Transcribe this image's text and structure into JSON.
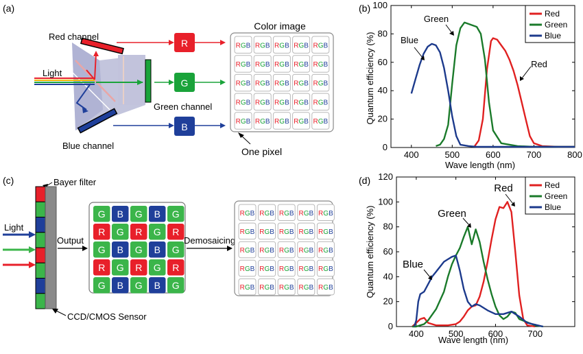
{
  "panel_labels": {
    "a": "(a)",
    "b": "(b)",
    "c": "(c)",
    "d": "(d)"
  },
  "colors": {
    "red": "#e8202a",
    "green": "#1aa33a",
    "blue": "#1f3f9a",
    "gray": "#888888"
  },
  "panel_a": {
    "red_channel": "Red channel",
    "green_channel": "Green channel",
    "blue_channel": "Blue channel",
    "light": "Light",
    "r": "R",
    "g": "G",
    "b": "B",
    "color_image": "Color image",
    "one_pixel": "One pixel",
    "cell": {
      "r": "R",
      "g": "G",
      "b": "B"
    }
  },
  "panel_c": {
    "bayer_filter": "Bayer filter",
    "light": "Light",
    "output": "Output",
    "demosaicing": "Demosaicing",
    "sensor": "CCD/CMOS Sensor",
    "bayer_grid": [
      [
        "G",
        "B",
        "G",
        "B",
        "G"
      ],
      [
        "R",
        "G",
        "R",
        "G",
        "R"
      ],
      [
        "G",
        "B",
        "G",
        "B",
        "G"
      ],
      [
        "R",
        "G",
        "R",
        "G",
        "R"
      ],
      [
        "G",
        "B",
        "G",
        "B",
        "G"
      ]
    ]
  },
  "chart_data": [
    {
      "type": "line",
      "panel": "b",
      "xlabel": "Wave length (nm)",
      "ylabel": "Quantum efficiency (%)",
      "xlim": [
        350,
        800
      ],
      "ylim": [
        0,
        100
      ],
      "xticks": [
        "400",
        "500",
        "600",
        "700",
        "800"
      ],
      "yticks": [
        "0",
        "20",
        "40",
        "60",
        "80",
        "100"
      ],
      "legend": [
        "Red",
        "Green",
        "Blue"
      ],
      "legend_position": "top-right",
      "annotations": [
        "Blue",
        "Green",
        "Red"
      ],
      "series": [
        {
          "name": "Red",
          "color": "#e02020",
          "x": [
            555,
            565,
            575,
            585,
            595,
            600,
            610,
            620,
            630,
            640,
            650,
            660,
            670,
            680,
            690,
            700,
            720,
            760,
            800
          ],
          "y": [
            1,
            5,
            20,
            55,
            75,
            77,
            76,
            72,
            68,
            62,
            54,
            44,
            32,
            20,
            8,
            3,
            1,
            0.5,
            0.5
          ]
        },
        {
          "name": "Green",
          "color": "#1a7a2a",
          "x": [
            460,
            470,
            480,
            490,
            500,
            510,
            520,
            530,
            540,
            550,
            560,
            570,
            580,
            590,
            600,
            620,
            660,
            700,
            760,
            800
          ],
          "y": [
            1,
            2,
            6,
            16,
            45,
            72,
            84,
            88,
            87,
            86,
            85,
            80,
            62,
            32,
            12,
            3,
            1,
            0.5,
            0.5,
            0.5
          ]
        },
        {
          "name": "Blue",
          "color": "#1c3a8c",
          "x": [
            400,
            410,
            420,
            430,
            440,
            450,
            460,
            470,
            480,
            490,
            500,
            510,
            520,
            540,
            560,
            600,
            700,
            800
          ],
          "y": [
            38,
            48,
            58,
            66,
            71,
            73,
            72,
            67,
            56,
            40,
            22,
            8,
            2,
            1,
            0.5,
            0.5,
            0.5,
            0.5
          ]
        }
      ]
    },
    {
      "type": "line",
      "panel": "d",
      "xlabel": "Wave length (nm)",
      "ylabel": "Quantum efficiency (%)",
      "xlim": [
        350,
        800
      ],
      "ylim": [
        0,
        120
      ],
      "xticks": [
        "400",
        "500",
        "600",
        "700"
      ],
      "yticks": [
        "0",
        "20",
        "40",
        "60",
        "80",
        "100",
        "120"
      ],
      "legend": [
        "Red",
        "Green",
        "Blue"
      ],
      "legend_position": "top-right",
      "annotations": [
        "Red",
        "Green",
        "Blue"
      ],
      "series": [
        {
          "name": "Red",
          "color": "#e02020",
          "x": [
            390,
            400,
            410,
            420,
            430,
            450,
            480,
            500,
            510,
            520,
            530,
            540,
            550,
            560,
            570,
            580,
            590,
            600,
            610,
            620,
            630,
            640,
            650,
            660,
            670,
            680,
            700
          ],
          "y": [
            0,
            3,
            6,
            7,
            3,
            1,
            1,
            2,
            4,
            8,
            13,
            16,
            17,
            24,
            36,
            52,
            70,
            86,
            96,
            95,
            100,
            92,
            60,
            25,
            6,
            1,
            0
          ],
          "label_at": [
            620,
            100
          ]
        },
        {
          "name": "Green",
          "color": "#1a7a2a",
          "x": [
            390,
            400,
            410,
            420,
            430,
            450,
            470,
            480,
            490,
            500,
            510,
            520,
            530,
            540,
            550,
            560,
            570,
            580,
            590,
            600,
            610,
            620,
            630,
            640,
            650,
            660,
            700,
            720
          ],
          "y": [
            0,
            0,
            1,
            2,
            5,
            14,
            28,
            40,
            50,
            57,
            63,
            72,
            80,
            66,
            78,
            68,
            52,
            38,
            26,
            16,
            9,
            6,
            8,
            12,
            11,
            6,
            1,
            0
          ]
        },
        {
          "name": "Blue",
          "color": "#1c3a8c",
          "x": [
            395,
            400,
            405,
            410,
            420,
            430,
            440,
            450,
            460,
            470,
            480,
            490,
            500,
            510,
            520,
            530,
            540,
            550,
            560,
            580,
            600,
            620,
            640,
            660,
            680,
            720
          ],
          "y": [
            0,
            5,
            20,
            26,
            28,
            34,
            40,
            44,
            48,
            52,
            54,
            56,
            57,
            45,
            30,
            20,
            16,
            18,
            17,
            13,
            10,
            10,
            12,
            8,
            3,
            0
          ]
        }
      ]
    }
  ]
}
